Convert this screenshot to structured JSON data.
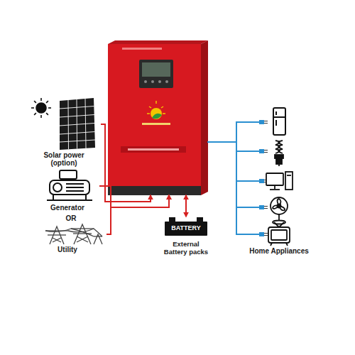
{
  "diagram": {
    "nodes": [
      {
        "text": [
          "Solar power (option)"
        ]
      },
      {
        "text": [
          "Generator"
        ]
      },
      {
        "text": [
          "Utility"
        ]
      },
      {
        "text": []
      },
      {
        "text": [
          "BATTERY",
          "External Battery packs"
        ]
      },
      {
        "text": [
          "Home Appliances"
        ]
      }
    ],
    "edges": [
      {
        "from": 0,
        "to": 3,
        "arrow": "to"
      },
      {
        "from": 1,
        "to": 3,
        "arrow": "to"
      },
      {
        "from": 2,
        "to": 3,
        "arrow": "to"
      },
      {
        "from": 3,
        "to": 4,
        "arrow": "both"
      },
      {
        "from": 3,
        "to": 5,
        "arrow": "none"
      }
    ],
    "labels": [
      "OR"
    ]
  }
}
